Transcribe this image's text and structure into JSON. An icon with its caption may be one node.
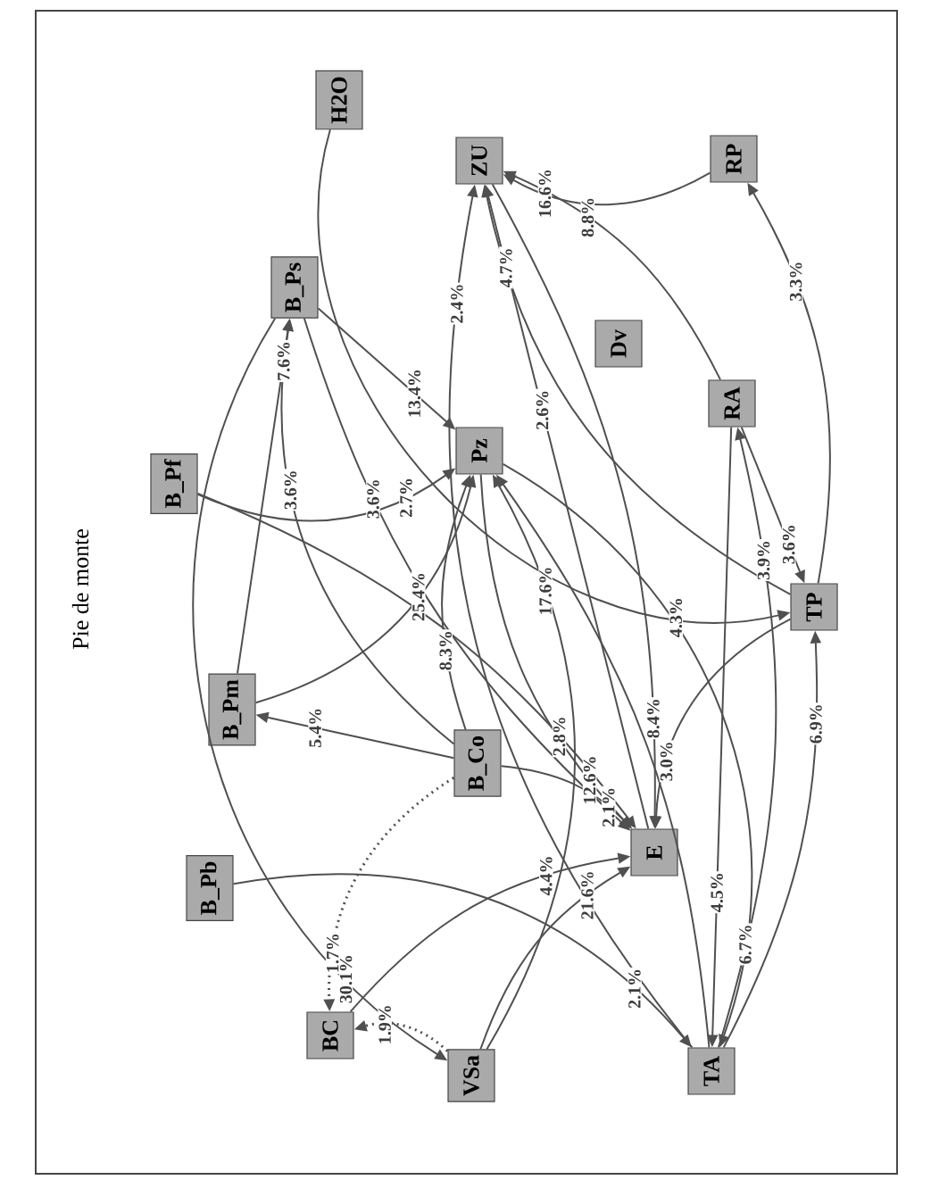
{
  "diagram": {
    "title": "Pie de monte",
    "nodes": [
      {
        "text": [
          "H2O"
        ]
      },
      {
        "text": [
          "ZU"
        ]
      },
      {
        "text": [
          "RP"
        ]
      },
      {
        "text": [
          "B_Ps"
        ]
      },
      {
        "text": [
          "Dv"
        ]
      },
      {
        "text": [
          "RA"
        ]
      },
      {
        "text": [
          "B_Pf"
        ]
      },
      {
        "text": [
          "Pz"
        ]
      },
      {
        "text": [
          "TP"
        ]
      },
      {
        "text": [
          "B_Pm"
        ]
      },
      {
        "text": [
          "B_Co"
        ]
      },
      {
        "text": [
          "E"
        ]
      },
      {
        "text": [
          "B_Pb"
        ]
      },
      {
        "text": [
          "BC"
        ]
      },
      {
        "text": [
          "VSa"
        ]
      },
      {
        "text": [
          "TA"
        ]
      }
    ],
    "edges": [
      {
        "from": 0,
        "to": 8,
        "arrow": "to",
        "label": "4.3%"
      },
      {
        "from": 2,
        "to": 1,
        "arrow": "to",
        "label": "16.6%"
      },
      {
        "from": 8,
        "to": 1,
        "arrow": "to",
        "label": "4.7%"
      },
      {
        "from": 5,
        "to": 1,
        "arrow": "to",
        "label": "8.8%"
      },
      {
        "from": 15,
        "to": 1,
        "arrow": "to",
        "label": "2.4%"
      },
      {
        "from": 11,
        "to": 1,
        "arrow": "to",
        "label": "2.6%"
      },
      {
        "from": 3,
        "to": 7,
        "arrow": "to",
        "label": "13.4%"
      },
      {
        "from": 3,
        "to": 14,
        "arrow": "to",
        "label": "30.1%"
      },
      {
        "from": 3,
        "to": 11,
        "arrow": "to",
        "label": "3.6%"
      },
      {
        "from": 9,
        "to": 3,
        "arrow": "to",
        "label": "7.6%"
      },
      {
        "from": 10,
        "to": 3,
        "arrow": "to",
        "label": "3.6%"
      },
      {
        "from": 6,
        "to": 7,
        "arrow": "to",
        "label": "2.7%"
      },
      {
        "from": 6,
        "to": 11,
        "arrow": "to",
        "label": "2.8%"
      },
      {
        "from": 9,
        "to": 7,
        "arrow": "to",
        "label": "25.4%"
      },
      {
        "from": 14,
        "to": 7,
        "arrow": "to",
        "label": "17.6%"
      },
      {
        "from": 10,
        "to": 7,
        "arrow": "to",
        "label": "8.3%"
      },
      {
        "from": 10,
        "to": 9,
        "arrow": "to",
        "label": "5.4%"
      },
      {
        "from": 10,
        "to": 11,
        "arrow": "to",
        "label": "2.1%"
      },
      {
        "from": 7,
        "to": 11,
        "arrow": "to",
        "label": "12.6%"
      },
      {
        "from": 13,
        "to": 11,
        "arrow": "to",
        "label": "4.4%"
      },
      {
        "from": 8,
        "to": 11,
        "arrow": "to",
        "label": "3.0%"
      },
      {
        "from": 14,
        "to": 11,
        "arrow": "to",
        "label": "21.6%"
      },
      {
        "from": 15,
        "to": 8,
        "arrow": "to",
        "label": "6.9%"
      },
      {
        "from": 7,
        "to": 15,
        "arrow": "to",
        "label": "6.7%"
      },
      {
        "from": 5,
        "to": 15,
        "arrow": "to",
        "label": "4.5%"
      },
      {
        "from": 12,
        "to": 15,
        "arrow": "to",
        "label": "2.1%"
      },
      {
        "from": 14,
        "to": 13,
        "arrow": "to",
        "label": "1.9%",
        "style": "dashed"
      },
      {
        "from": 10,
        "to": 13,
        "arrow": "to",
        "label": "1.7%",
        "style": "dashed"
      },
      {
        "from": 8,
        "to": 2,
        "arrow": "to",
        "label": "3.3%"
      },
      {
        "from": 15,
        "to": 5,
        "arrow": "to",
        "label": "3.9%"
      },
      {
        "from": 5,
        "to": 8,
        "arrow": "to",
        "label": "3.6%"
      },
      {
        "from": 15,
        "to": 7,
        "arrow": "to"
      },
      {
        "from": 1,
        "to": 11,
        "arrow": "to",
        "label": "8.4%"
      }
    ]
  }
}
